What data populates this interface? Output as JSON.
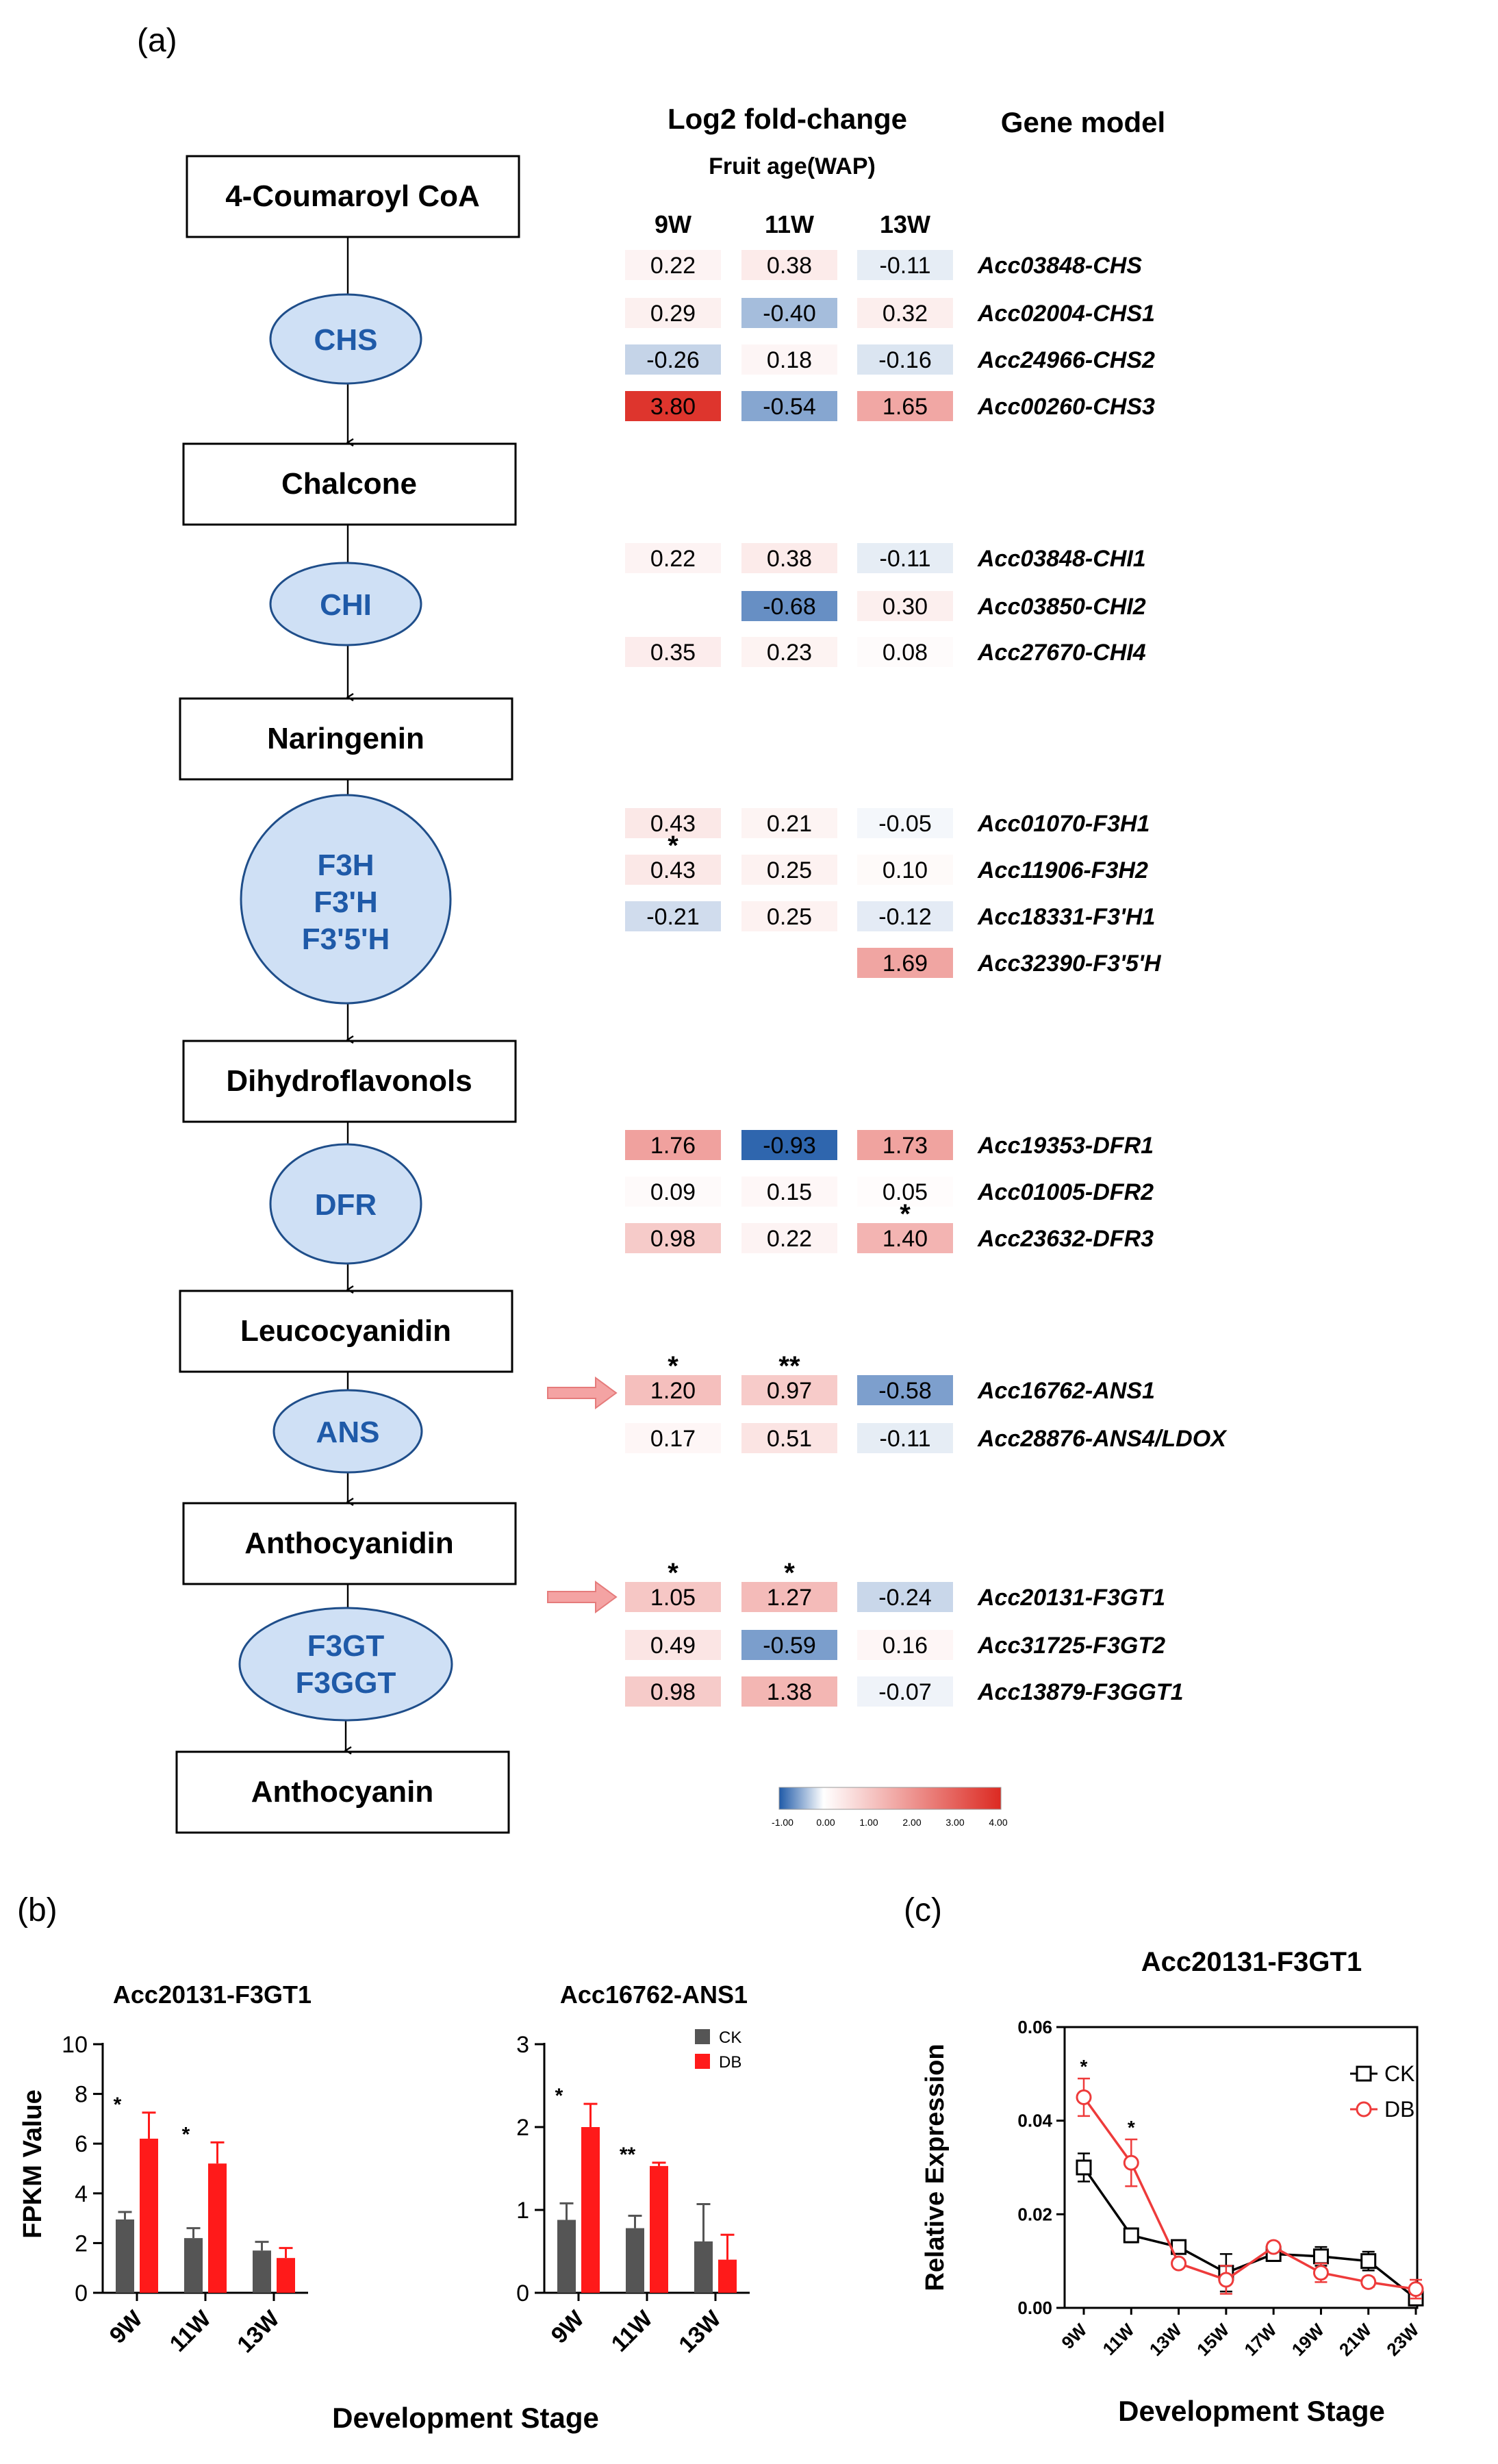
{
  "panel_labels": {
    "a": "(a)",
    "b": "(b)",
    "c": "(c)"
  },
  "heatmap": {
    "header": "Log2 fold-change",
    "subheader": "Fruit age(WAP)",
    "gene_model_header": "Gene model",
    "columns": [
      "9W",
      "11W",
      "13W"
    ],
    "scale": {
      "min": -1,
      "max": 4,
      "low_color": "#1f5aa8",
      "mid_color": "#ffffff",
      "high_color": "#dc2a22"
    },
    "colorbar_ticks": [
      "-1.00",
      "0.00",
      "1.00",
      "2.00",
      "3.00",
      "4.00"
    ],
    "rows": [
      {
        "gene": "Acc03848-CHS",
        "cells": [
          {
            "v": 0.22,
            "t": "0.22"
          },
          {
            "v": 0.38,
            "t": "0.38"
          },
          {
            "v": -0.11,
            "t": "-0.11"
          }
        ],
        "stars": [
          "",
          "",
          ""
        ]
      },
      {
        "gene": "Acc02004-CHS1",
        "cells": [
          {
            "v": 0.29,
            "t": "0.29"
          },
          {
            "v": -0.4,
            "t": "-0.40"
          },
          {
            "v": 0.32,
            "t": "0.32"
          }
        ],
        "stars": [
          "",
          "",
          ""
        ]
      },
      {
        "gene": "Acc24966-CHS2",
        "cells": [
          {
            "v": -0.26,
            "t": "-0.26"
          },
          {
            "v": 0.18,
            "t": "0.18"
          },
          {
            "v": -0.16,
            "t": "-0.16"
          }
        ],
        "stars": [
          "",
          "",
          ""
        ]
      },
      {
        "gene": "Acc00260-CHS3",
        "cells": [
          {
            "v": 3.8,
            "t": "3.80"
          },
          {
            "v": -0.54,
            "t": "-0.54"
          },
          {
            "v": 1.65,
            "t": "1.65"
          }
        ],
        "stars": [
          "",
          "",
          ""
        ]
      },
      {
        "gene": "Acc03848-CHI1",
        "cells": [
          {
            "v": 0.22,
            "t": "0.22"
          },
          {
            "v": 0.38,
            "t": "0.38"
          },
          {
            "v": -0.11,
            "t": "-0.11"
          }
        ],
        "stars": [
          "",
          "",
          ""
        ]
      },
      {
        "gene": "Acc03850-CHI2",
        "cells": [
          null,
          {
            "v": -0.68,
            "t": "-0.68"
          },
          {
            "v": 0.3,
            "t": "0.30"
          }
        ],
        "stars": [
          "",
          "",
          ""
        ]
      },
      {
        "gene": "Acc27670-CHI4",
        "cells": [
          {
            "v": 0.35,
            "t": "0.35"
          },
          {
            "v": 0.23,
            "t": "0.23"
          },
          {
            "v": 0.08,
            "t": "0.08"
          }
        ],
        "stars": [
          "",
          "",
          ""
        ]
      },
      {
        "gene": "Acc01070-F3H1",
        "cells": [
          {
            "v": 0.43,
            "t": "0.43"
          },
          {
            "v": 0.21,
            "t": "0.21"
          },
          {
            "v": -0.05,
            "t": "-0.05"
          }
        ],
        "stars": [
          "",
          "",
          ""
        ]
      },
      {
        "gene": "Acc11906-F3H2",
        "cells": [
          {
            "v": 0.43,
            "t": "0.43"
          },
          {
            "v": 0.25,
            "t": "0.25"
          },
          {
            "v": 0.1,
            "t": "0.10"
          }
        ],
        "stars": [
          "*",
          "",
          ""
        ]
      },
      {
        "gene": "Acc18331-F3'H1",
        "cells": [
          {
            "v": -0.21,
            "t": "-0.21"
          },
          {
            "v": 0.25,
            "t": "0.25"
          },
          {
            "v": -0.12,
            "t": "-0.12"
          }
        ],
        "stars": [
          "",
          "",
          ""
        ]
      },
      {
        "gene": "Acc32390-F3'5'H",
        "cells": [
          null,
          null,
          {
            "v": 1.69,
            "t": "1.69"
          }
        ],
        "stars": [
          "",
          "",
          ""
        ]
      },
      {
        "gene": "Acc19353-DFR1",
        "cells": [
          {
            "v": 1.76,
            "t": "1.76"
          },
          {
            "v": -0.93,
            "t": "-0.93"
          },
          {
            "v": 1.73,
            "t": "1.73"
          }
        ],
        "stars": [
          "",
          "",
          ""
        ]
      },
      {
        "gene": "Acc01005-DFR2",
        "cells": [
          {
            "v": 0.09,
            "t": "0.09"
          },
          {
            "v": 0.15,
            "t": "0.15"
          },
          {
            "v": 0.05,
            "t": "0.05"
          }
        ],
        "stars": [
          "",
          "",
          ""
        ]
      },
      {
        "gene": "Acc23632-DFR3",
        "cells": [
          {
            "v": 0.98,
            "t": "0.98"
          },
          {
            "v": 0.22,
            "t": "0.22"
          },
          {
            "v": 1.4,
            "t": "1.40"
          }
        ],
        "stars": [
          "",
          "",
          "*"
        ]
      },
      {
        "gene": "Acc16762-ANS1",
        "cells": [
          {
            "v": 1.2,
            "t": "1.20"
          },
          {
            "v": 0.97,
            "t": "0.97"
          },
          {
            "v": -0.58,
            "t": "-0.58"
          }
        ],
        "stars": [
          "*",
          "**",
          ""
        ]
      },
      {
        "gene": "Acc28876-ANS4/LDOX",
        "cells": [
          {
            "v": 0.17,
            "t": "0.17"
          },
          {
            "v": 0.51,
            "t": "0.51"
          },
          {
            "v": -0.11,
            "t": "-0.11"
          }
        ],
        "stars": [
          "",
          "",
          ""
        ]
      },
      {
        "gene": "Acc20131-F3GT1",
        "cells": [
          {
            "v": 1.05,
            "t": "1.05"
          },
          {
            "v": 1.27,
            "t": "1.27"
          },
          {
            "v": -0.24,
            "t": "-0.24"
          }
        ],
        "stars": [
          "*",
          "*",
          ""
        ]
      },
      {
        "gene": "Acc31725-F3GT2",
        "cells": [
          {
            "v": 0.49,
            "t": "0.49"
          },
          {
            "v": -0.59,
            "t": "-0.59"
          },
          {
            "v": 0.16,
            "t": "0.16"
          }
        ],
        "stars": [
          "",
          "",
          ""
        ]
      },
      {
        "gene": "Acc13879-F3GGT1",
        "cells": [
          {
            "v": 0.98,
            "t": "0.98"
          },
          {
            "v": 1.38,
            "t": "1.38"
          },
          {
            "v": -0.07,
            "t": "-0.07"
          }
        ],
        "stars": [
          "",
          "",
          ""
        ]
      }
    ]
  },
  "pathway": {
    "metabolites": [
      "4-Coumaroyl CoA",
      "Chalcone",
      "Naringenin",
      "Dihydroflavonols",
      "Leucocyanidin",
      "Anthocyanidin",
      "Anthocyanin"
    ],
    "enzymes": [
      [
        "CHS"
      ],
      [
        "CHI"
      ],
      [
        "F3H",
        "F3'H",
        "F3'5'H"
      ],
      [
        "DFR"
      ],
      [
        "ANS"
      ],
      [
        "F3GT",
        "F3GGT"
      ]
    ],
    "colors": {
      "enzyme_fill": "#cfe0f5",
      "enzyme_text": "#1f5aa8",
      "arrow": "#f4a3a3"
    }
  },
  "chart_data": [
    {
      "type": "bar",
      "title": "Acc20131-F3GT1",
      "ylabel": "FPKM Value",
      "xlabel": "Development Stage",
      "categories": [
        "9W",
        "11W",
        "13W"
      ],
      "ylim": [
        0,
        10
      ],
      "yticks": [
        "0",
        "2",
        "4",
        "6",
        "8",
        "10"
      ],
      "series": [
        {
          "name": "CK",
          "color": "#555555",
          "values": [
            2.95,
            2.2,
            1.7
          ],
          "errors": [
            0.3,
            0.4,
            0.35
          ]
        },
        {
          "name": "DB",
          "color": "#ff1a1a",
          "values": [
            6.2,
            5.2,
            1.4
          ],
          "errors": [
            1.05,
            0.85,
            0.4
          ]
        }
      ],
      "significance": [
        "*",
        "*",
        ""
      ]
    },
    {
      "type": "bar",
      "title": "Acc16762-ANS1",
      "xlabel": "Development Stage",
      "categories": [
        "9W",
        "11W",
        "13W"
      ],
      "ylim": [
        0,
        3
      ],
      "yticks": [
        "0",
        "1",
        "2",
        "3"
      ],
      "series": [
        {
          "name": "CK",
          "color": "#555555",
          "values": [
            0.88,
            0.78,
            0.62
          ],
          "errors": [
            0.2,
            0.15,
            0.45
          ]
        },
        {
          "name": "DB",
          "color": "#ff1a1a",
          "values": [
            2.0,
            1.53,
            0.4
          ],
          "errors": [
            0.28,
            0.04,
            0.3
          ]
        }
      ],
      "significance": [
        "*",
        "**",
        ""
      ],
      "legend": "top-right"
    },
    {
      "type": "line",
      "title": "Acc20131-F3GT1",
      "ylabel": "Relative Expression",
      "xlabel": "Development Stage",
      "categories": [
        "9W",
        "11W",
        "13W",
        "15W",
        "17W",
        "19W",
        "21W",
        "23W"
      ],
      "ylim": [
        0,
        0.06
      ],
      "yticks": [
        "0.00",
        "0.02",
        "0.04",
        "0.06"
      ],
      "series": [
        {
          "name": "CK",
          "color": "#000000",
          "values": [
            0.03,
            0.0155,
            0.013,
            0.0075,
            0.0115,
            0.011,
            0.01,
            0.002
          ],
          "errors": [
            0.003,
            0.0015,
            0.0008,
            0.004,
            0.0015,
            0.002,
            0.002,
            0.001
          ]
        },
        {
          "name": "DB",
          "color": "#ee3b3b",
          "values": [
            0.045,
            0.031,
            0.0095,
            0.006,
            0.013,
            0.0075,
            0.0055,
            0.004
          ],
          "errors": [
            0.004,
            0.005,
            0.0008,
            0.003,
            0.001,
            0.002,
            0.001,
            0.002
          ]
        }
      ],
      "significance": [
        "*",
        "*",
        "",
        "",
        "",
        "",
        "",
        ""
      ],
      "legend": "top-right"
    }
  ]
}
